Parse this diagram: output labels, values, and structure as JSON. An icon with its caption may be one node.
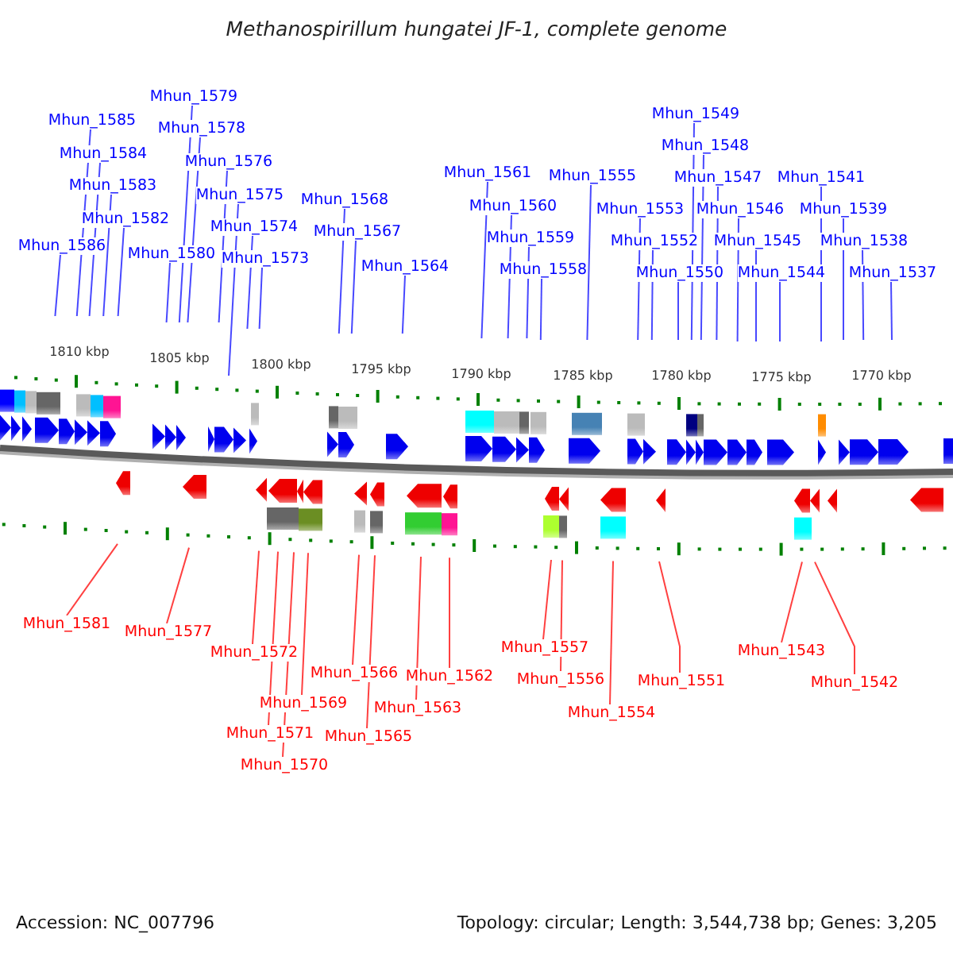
{
  "diagram": {
    "title": "Methanospirillum hungatei JF-1, complete genome",
    "nodes": [
      {
        "text": [
          "Mhun_1579"
        ]
      },
      {
        "text": [
          "Mhun_1549"
        ]
      },
      {
        "text": [
          "Mhun_1585"
        ]
      },
      {
        "text": [
          "Mhun_1578"
        ]
      },
      {
        "text": [
          "Mhun_1548"
        ]
      },
      {
        "text": [
          "Mhun_1584"
        ]
      },
      {
        "text": [
          "Mhun_1576"
        ]
      },
      {
        "text": [
          "Mhun_1561"
        ]
      },
      {
        "text": [
          "Mhun_1555"
        ]
      },
      {
        "text": [
          "Mhun_1547"
        ]
      },
      {
        "text": [
          "Mhun_1541"
        ]
      },
      {
        "text": [
          "Mhun_1583"
        ]
      },
      {
        "text": [
          "Mhun_1575"
        ]
      },
      {
        "text": [
          "Mhun_1568"
        ]
      },
      {
        "text": [
          "Mhun_1560"
        ]
      },
      {
        "text": [
          "Mhun_1553"
        ]
      },
      {
        "text": [
          "Mhun_1546"
        ]
      },
      {
        "text": [
          "Mhun_1539"
        ]
      },
      {
        "text": [
          "Mhun_1582"
        ]
      },
      {
        "text": [
          "Mhun_1574"
        ]
      },
      {
        "text": [
          "Mhun_1567"
        ]
      },
      {
        "text": [
          "Mhun_1559"
        ]
      },
      {
        "text": [
          "Mhun_1552"
        ]
      },
      {
        "text": [
          "Mhun_1545"
        ]
      },
      {
        "text": [
          "Mhun_1538"
        ]
      },
      {
        "text": [
          "Mhun_1586"
        ]
      },
      {
        "text": [
          "Mhun_1580"
        ]
      },
      {
        "text": [
          "Mhun_1573"
        ]
      },
      {
        "text": [
          "Mhun_1564"
        ]
      },
      {
        "text": [
          "Mhun_1558"
        ]
      },
      {
        "text": [
          "Mhun_1550"
        ]
      },
      {
        "text": [
          "Mhun_1544"
        ]
      },
      {
        "text": [
          "Mhun_1537"
        ]
      },
      {
        "text": [
          "Mhun_1581"
        ]
      },
      {
        "text": [
          "Mhun_1577"
        ]
      },
      {
        "text": [
          "Mhun_1557"
        ]
      },
      {
        "text": [
          "Mhun_1543"
        ]
      },
      {
        "text": [
          "Mhun_1572"
        ]
      },
      {
        "text": [
          "Mhun_1566"
        ]
      },
      {
        "text": [
          "Mhun_1562"
        ]
      },
      {
        "text": [
          "Mhun_1556"
        ]
      },
      {
        "text": [
          "Mhun_1551"
        ]
      },
      {
        "text": [
          "Mhun_1542"
        ]
      },
      {
        "text": [
          "Mhun_1569"
        ]
      },
      {
        "text": [
          "Mhun_1563"
        ]
      },
      {
        "text": [
          "Mhun_1554"
        ]
      },
      {
        "text": [
          "Mhun_1571"
        ]
      },
      {
        "text": [
          "Mhun_1565"
        ]
      },
      {
        "text": [
          "Mhun_1570"
        ]
      }
    ],
    "edges": [
      {
        "from": 0,
        "to": null,
        "arrow": "none"
      },
      {
        "from": 1,
        "to": null,
        "arrow": "none"
      },
      {
        "from": 2,
        "to": null,
        "arrow": "none"
      },
      {
        "from": 3,
        "to": null,
        "arrow": "none"
      },
      {
        "from": 4,
        "to": null,
        "arrow": "none"
      },
      {
        "from": 5,
        "to": null,
        "arrow": "none"
      },
      {
        "from": 6,
        "to": null,
        "arrow": "none"
      },
      {
        "from": 7,
        "to": null,
        "arrow": "none"
      },
      {
        "from": 8,
        "to": null,
        "arrow": "none"
      },
      {
        "from": 9,
        "to": null,
        "arrow": "none"
      },
      {
        "from": 10,
        "to": null,
        "arrow": "none"
      },
      {
        "from": 11,
        "to": null,
        "arrow": "none"
      },
      {
        "from": 12,
        "to": null,
        "arrow": "none"
      },
      {
        "from": 13,
        "to": null,
        "arrow": "none"
      },
      {
        "from": 14,
        "to": null,
        "arrow": "none"
      },
      {
        "from": 15,
        "to": null,
        "arrow": "none"
      },
      {
        "from": 16,
        "to": null,
        "arrow": "none"
      },
      {
        "from": 17,
        "to": null,
        "arrow": "none"
      },
      {
        "from": 18,
        "to": null,
        "arrow": "none"
      },
      {
        "from": 19,
        "to": null,
        "arrow": "none"
      },
      {
        "from": 20,
        "to": null,
        "arrow": "none"
      },
      {
        "from": 21,
        "to": null,
        "arrow": "none"
      },
      {
        "from": 22,
        "to": null,
        "arrow": "none"
      },
      {
        "from": 23,
        "to": null,
        "arrow": "none"
      },
      {
        "from": 24,
        "to": null,
        "arrow": "none"
      },
      {
        "from": 25,
        "to": null,
        "arrow": "none"
      },
      {
        "from": 26,
        "to": null,
        "arrow": "none"
      },
      {
        "from": 27,
        "to": null,
        "arrow": "none"
      },
      {
        "from": 28,
        "to": null,
        "arrow": "none"
      },
      {
        "from": 29,
        "to": null,
        "arrow": "none"
      },
      {
        "from": 30,
        "to": null,
        "arrow": "none"
      },
      {
        "from": 31,
        "to": null,
        "arrow": "none"
      },
      {
        "from": 32,
        "to": null,
        "arrow": "none"
      },
      {
        "from": 33,
        "to": null,
        "arrow": "none",
        "color": "#ff4040"
      },
      {
        "from": 34,
        "to": null,
        "arrow": "none",
        "color": "#ff4040"
      },
      {
        "from": 35,
        "to": null,
        "arrow": "none",
        "color": "#ff4040"
      },
      {
        "from": 36,
        "to": null,
        "arrow": "none",
        "color": "#ff4040"
      },
      {
        "from": 37,
        "to": null,
        "arrow": "none",
        "color": "#ff4040"
      },
      {
        "from": 38,
        "to": null,
        "arrow": "none",
        "color": "#ff4040"
      },
      {
        "from": 39,
        "to": null,
        "arrow": "none",
        "color": "#ff4040"
      },
      {
        "from": 40,
        "to": null,
        "arrow": "none",
        "color": "#ff4040"
      },
      {
        "from": 41,
        "to": null,
        "arrow": "none",
        "color": "#ff4040"
      },
      {
        "from": 42,
        "to": null,
        "arrow": "none",
        "color": "#ff4040"
      },
      {
        "from": 43,
        "to": null,
        "arrow": "none",
        "color": "#ff4040"
      },
      {
        "from": 44,
        "to": null,
        "arrow": "none",
        "color": "#ff4040"
      },
      {
        "from": 45,
        "to": null,
        "arrow": "none",
        "color": "#ff4040"
      },
      {
        "from": 46,
        "to": null,
        "arrow": "none",
        "color": "#ff4040"
      },
      {
        "from": 47,
        "to": null,
        "arrow": "none",
        "color": "#ff4040"
      },
      {
        "from": 48,
        "to": null,
        "arrow": "none",
        "color": "#ff4040"
      }
    ],
    "labels": [
      "1810 kbp",
      "1805 kbp",
      "1800 kbp",
      "1795 kbp",
      "1790 kbp",
      "1785 kbp",
      "1780 kbp",
      "1775 kbp",
      "1770 kbp",
      "Accession: NC_007796",
      "Topology: circular; Length: 3,544,738 bp; Genes: 3,205"
    ]
  }
}
